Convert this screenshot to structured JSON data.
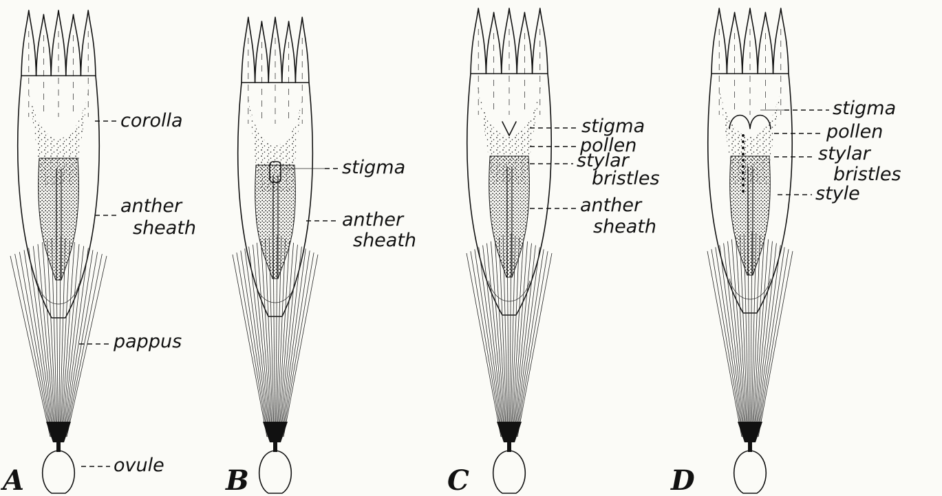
{
  "figures": [
    {
      "letter": "A",
      "labels": [
        "corolla",
        "anther sheath",
        "pappus",
        "ovule"
      ]
    },
    {
      "letter": "B",
      "labels": [
        "stigma",
        "anther sheath"
      ]
    },
    {
      "letter": "C",
      "labels": [
        "stigma",
        "pollen",
        "stylar bristles",
        "anther sheath"
      ]
    },
    {
      "letter": "D",
      "labels": [
        "stigma",
        "pollen",
        "stylar bristles",
        "style"
      ]
    }
  ],
  "text": {
    "A_corolla": "corolla",
    "A_anther_1": "anther",
    "A_anther_2": "sheath",
    "A_pappus": "pappus",
    "A_ovule": "ovule",
    "B_stigma": "stigma",
    "B_anther_1": "anther",
    "B_anther_2": "sheath",
    "C_stigma": "stigma",
    "C_pollen": "pollen",
    "C_stylar_1": "stylar",
    "C_stylar_2": "bristles",
    "C_anther_1": "anther",
    "C_anther_2": "sheath",
    "D_stigma": "stigma",
    "D_pollen": "pollen",
    "D_stylar_1": "stylar",
    "D_stylar_2": "bristles",
    "D_style": "style",
    "letter_A": "A",
    "letter_B": "B",
    "letter_C": "C",
    "letter_D": "D"
  },
  "colors": {
    "ink": "#111111",
    "paper": "#fbfbf7"
  }
}
